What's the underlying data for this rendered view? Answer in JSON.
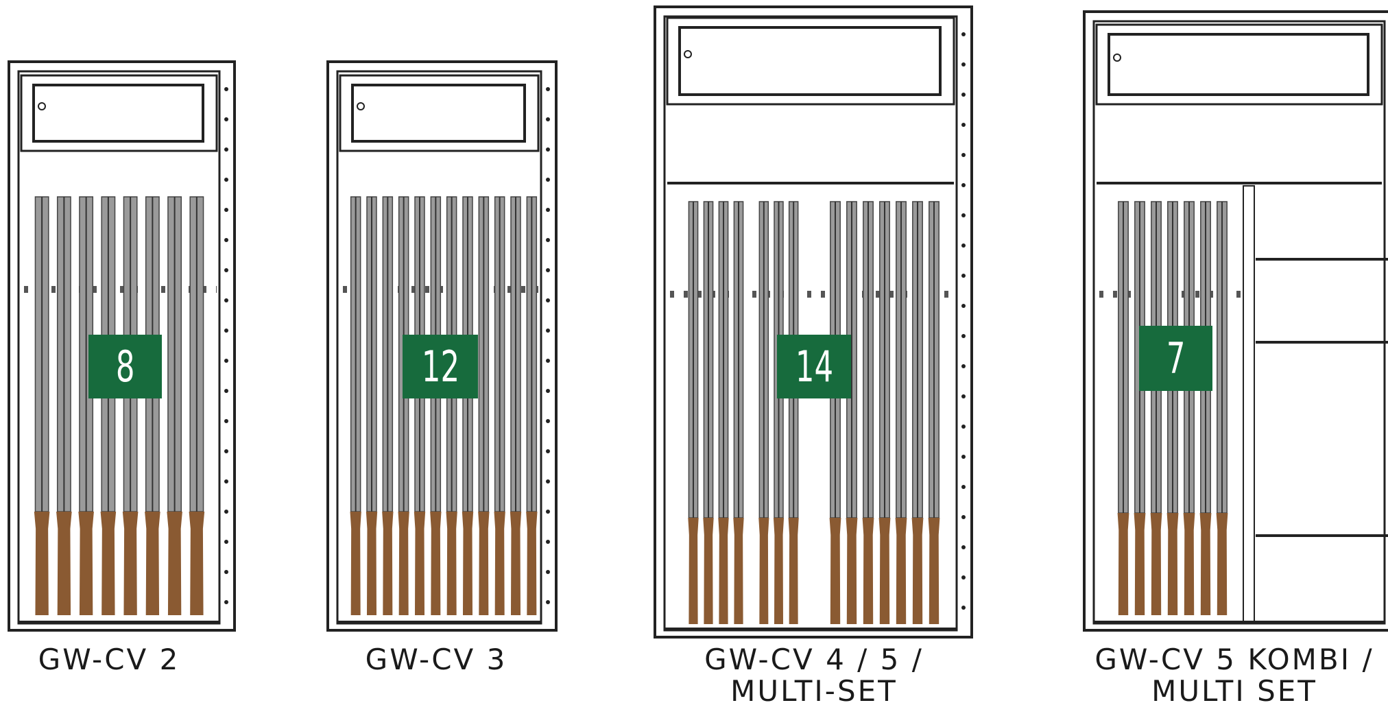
{
  "cabinets": [
    {
      "model_lines": [
        "GW-CV 2"
      ],
      "capacity": "8",
      "gun_groups": [
        8
      ],
      "extra_shelves": false
    },
    {
      "model_lines": [
        "GW-CV 3"
      ],
      "capacity": "12",
      "gun_groups": [
        12
      ],
      "extra_shelves": false
    },
    {
      "model_lines": [
        "GW-CV 4 / 5 /",
        "MULTI-SET"
      ],
      "capacity": "14",
      "gun_groups": [
        4,
        3,
        7
      ],
      "extra_shelves": false
    },
    {
      "model_lines": [
        "GW-CV 5 KOMBI /",
        "MULTI SET"
      ],
      "capacity": "7",
      "gun_groups": [
        7
      ],
      "extra_shelves": true
    }
  ],
  "colors": {
    "badge": "#176b3d",
    "stock": "#8a5a32",
    "barrel": "#9a9a9a",
    "frame": "#222222"
  }
}
